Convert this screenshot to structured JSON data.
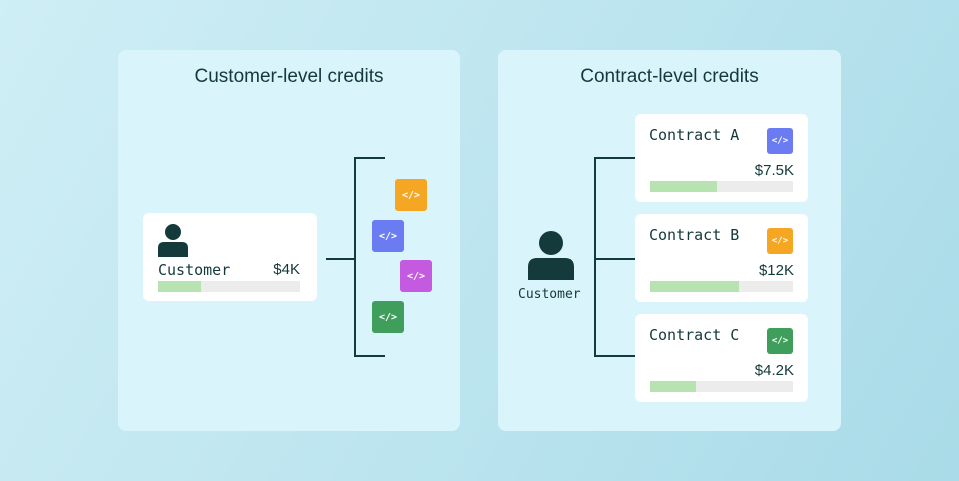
{
  "left_panel": {
    "title": "Customer-level credits",
    "customer": {
      "label": "Customer",
      "amount": "$4K",
      "progress": 0.3
    },
    "icons": [
      {
        "name": "code-icon",
        "symbol": "</>",
        "color": "#f5a623"
      },
      {
        "name": "code-icon",
        "symbol": "</>",
        "color": "#6b7bf2"
      },
      {
        "name": "code-icon",
        "symbol": "</>",
        "color": "#c45ae0"
      },
      {
        "name": "code-icon",
        "symbol": "</>",
        "color": "#3f9e5c"
      }
    ]
  },
  "right_panel": {
    "title": "Contract-level credits",
    "customer_label": "Customer",
    "contracts": [
      {
        "name": "Contract A",
        "amount": "$7.5K",
        "progress": 0.47,
        "icon": "code-icon",
        "symbol": "</>",
        "color": "#6b7bf2"
      },
      {
        "name": "Contract B",
        "amount": "$12K",
        "progress": 0.62,
        "icon": "code-icon",
        "symbol": "</>",
        "color": "#f5a623"
      },
      {
        "name": "Contract C",
        "amount": "$4.2K",
        "progress": 0.32,
        "icon": "code-icon",
        "symbol": "</>",
        "color": "#3f9e5c"
      }
    ]
  },
  "colors": {
    "ink": "#153a3b",
    "bar_fill": "#b7e3b1",
    "bar_track": "#ececec"
  }
}
